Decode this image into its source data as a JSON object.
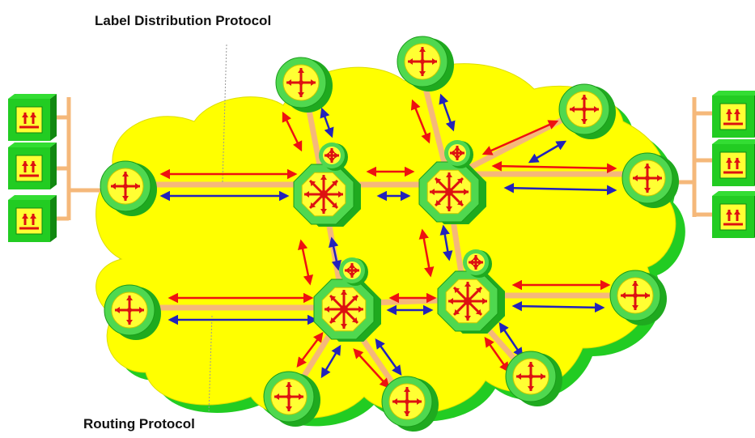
{
  "labels": {
    "label_distribution_protocol": "Label Distribution Protocol",
    "routing_protocol": "Routing Protocol"
  },
  "colors": {
    "cloud": "#ffff00",
    "cloud_shadow": "#22cc22",
    "link": "#f5b87a",
    "router_ring": "#4fd84f",
    "router_face": "#ffff33",
    "arrow_ldp": "#ee1111",
    "arrow_routing": "#2222bb",
    "host_body": "#22cc22",
    "host_face": "#ffff33"
  },
  "legend": [
    {
      "name": "label-distribution-protocol",
      "color": "#ee1111"
    },
    {
      "name": "routing-protocol",
      "color": "#2222bb"
    }
  ]
}
